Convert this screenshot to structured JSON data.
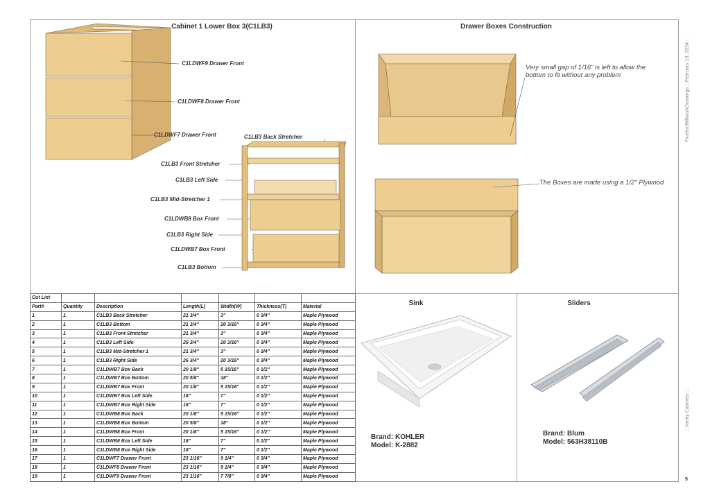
{
  "panels": {
    "cabinet_title": "Cabinet 1 Lower Box 3(C1LB3)",
    "drawer_title": "Drawer Boxes Construction",
    "sink_title": "Sink",
    "sliders_title": "Sliders"
  },
  "cabinet_callouts": {
    "drawer_front_9": "C1LDWF9 Drawer Front",
    "drawer_front_8": "C1LDWF8 Drawer Front",
    "drawer_front_7": "C1LDWF7 Drawer Front",
    "back_stretcher": "C1LB3 Back Stretcher",
    "front_stretcher": "C1LB3 Front Stretcher",
    "left_side": "C1LB3 Left Side",
    "mid_stretcher": "C1LB3 Mid-Stretcher 1",
    "box_front_b8": "C1LDWB8 Box Front",
    "right_side": "C1LB3 Right Side",
    "box_front_b7": "C1LDWB7 Box Front",
    "bottom": "C1LB3 Bottom"
  },
  "drawer_notes": {
    "gap_note": "Very small gap of 1/16\" is left to allow the bottom to fit without any problem",
    "plywood_note": "The Boxes are made using a 1/2\" Plywood"
  },
  "cut_list": {
    "title": "Cut List",
    "headers": [
      "Part#",
      "Quantity",
      "Description",
      "Length(L)",
      "Width(W)",
      "Thickness(T)",
      "Material"
    ],
    "rows": [
      [
        "1",
        "1",
        "C1LB3 Back Stretcher",
        "21 3/4\"",
        "3\"",
        "0 3/4\"",
        "Maple Plywood"
      ],
      [
        "2",
        "1",
        "C1LB3 Bottom",
        "21 3/4\"",
        "20 3/16\"",
        "0 3/4\"",
        "Maple Plywood"
      ],
      [
        "3",
        "1",
        "C1LB3 Front Stretcher",
        "21 3/4\"",
        "3\"",
        "0 3/4\"",
        "Maple Plywood"
      ],
      [
        "4",
        "1",
        "C1LB3 Left Side",
        "26 3/4\"",
        "20 3/16\"",
        "0 3/4\"",
        "Maple Plywood"
      ],
      [
        "5",
        "1",
        "C1LB3 Mid-Stretcher 1",
        "21 3/4\"",
        "3\"",
        "0 3/4\"",
        "Maple Plywood"
      ],
      [
        "6",
        "1",
        "C1LB3 Right Side",
        "26 3/4\"",
        "20 3/16\"",
        "0 3/4\"",
        "Maple Plywood"
      ],
      [
        "7",
        "1",
        "C1LDWB7 Box Back",
        "20 1/8\"",
        "5 15/16\"",
        "0 1/2\"",
        "Maple Plywood"
      ],
      [
        "8",
        "1",
        "C1LDWB7 Box Bottom",
        "20 5/8\"",
        "18\"",
        "0 1/2\"",
        "Maple Plywood"
      ],
      [
        "9",
        "1",
        "C1LDWB7 Box Front",
        "20 1/8\"",
        "5 15/16\"",
        "0 1/2\"",
        "Maple Plywood"
      ],
      [
        "10",
        "1",
        "C1LDWB7 Box Left Side",
        "18\"",
        "7\"",
        "0 1/2\"",
        "Maple Plywood"
      ],
      [
        "11",
        "1",
        "C1LDWB7 Box Right Side",
        "18\"",
        "7\"",
        "0 1/2\"",
        "Maple Plywood"
      ],
      [
        "12",
        "1",
        "C1LDWB8 Box Back",
        "20 1/8\"",
        "5 15/16\"",
        "0 1/2\"",
        "Maple Plywood"
      ],
      [
        "13",
        "1",
        "C1LDWB8 Box Bottom",
        "20 5/8\"",
        "18\"",
        "0 1/2\"",
        "Maple Plywood"
      ],
      [
        "14",
        "1",
        "C1LDWB8 Box Front",
        "20 1/8\"",
        "5 15/16\"",
        "0 1/2\"",
        "Maple Plywood"
      ],
      [
        "15",
        "1",
        "C1LDWB8 Box Left Side",
        "18\"",
        "7\"",
        "0 1/2\"",
        "Maple Plywood"
      ],
      [
        "16",
        "1",
        "C1LDWB8 Box Right Side",
        "18\"",
        "7\"",
        "0 1/2\"",
        "Maple Plywood"
      ],
      [
        "17",
        "1",
        "C1LDWF7 Drawer Front",
        "23 1/16\"",
        "9 1/4\"",
        "0 3/4\"",
        "Maple Plywood"
      ],
      [
        "18",
        "1",
        "C1LDWF8 Drawer Front",
        "23 1/16\"",
        "9 1/4\"",
        "0 3/4\"",
        "Maple Plywood"
      ],
      [
        "19",
        "1",
        "C1LDWF9 Drawer Front",
        "23 1/16\"",
        "7 7/8\"",
        "0 3/4\"",
        "Maple Plywood"
      ]
    ]
  },
  "sink": {
    "brand": "Brand: KOHLER",
    "model": "Model: K-2882"
  },
  "sliders": {
    "brand": "Brand: Blum",
    "model": "Model: 563H38110B"
  },
  "side_margin": {
    "top_text": "FinelineMillworkDrawings ::  February 10, 2024  ::",
    "bottom_text": "::  Vanity Cabinets  ::"
  },
  "page_number": "5",
  "colors": {
    "maple": "#ecc98a",
    "maple_dark": "#d9b06a",
    "edge": "#c79a55",
    "outline": "#9a9a9a"
  }
}
